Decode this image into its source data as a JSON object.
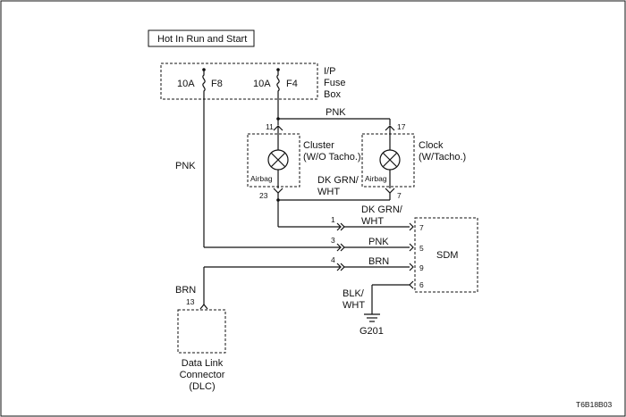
{
  "header": {
    "title": "Hot In Run and Start"
  },
  "fuse_box": {
    "label_line1": "I/P",
    "label_line2": "Fuse",
    "label_line3": "Box",
    "fuses": [
      {
        "rating": "10A",
        "name": "F8"
      },
      {
        "rating": "10A",
        "name": "F4"
      }
    ]
  },
  "wires": {
    "f4_top": "PNK",
    "f8_main": "PNK",
    "ground_bus_line1": "DK GRN/",
    "ground_bus_line2": "WHT",
    "sdm_pin7_line1": "DK GRN/",
    "sdm_pin7_line2": "WHT",
    "sdm_pin5": "PNK",
    "sdm_pin9": "BRN",
    "dlc": "BRN",
    "ground_line1": "BLK/",
    "ground_line2": "WHT"
  },
  "cluster": {
    "label_line1": "Cluster",
    "label_line2": "(W/O Tacho.)",
    "lamp_label": "Airbag",
    "pin_top": "11",
    "pin_bottom": "23"
  },
  "clock": {
    "label_line1": "Clock",
    "label_line2": "(W/Tacho.)",
    "lamp_label": "Airbag",
    "pin_top": "17",
    "pin_bottom": "7"
  },
  "connector_pins": [
    "1",
    "3",
    "4"
  ],
  "sdm": {
    "label": "SDM",
    "pins": [
      "7",
      "5",
      "9",
      "6"
    ]
  },
  "dlc": {
    "pin": "13",
    "label_line1": "Data Link",
    "label_line2": "Connector",
    "label_line3": "(DLC)"
  },
  "ground": {
    "label": "G201"
  },
  "figure_code": "T6B18B03"
}
